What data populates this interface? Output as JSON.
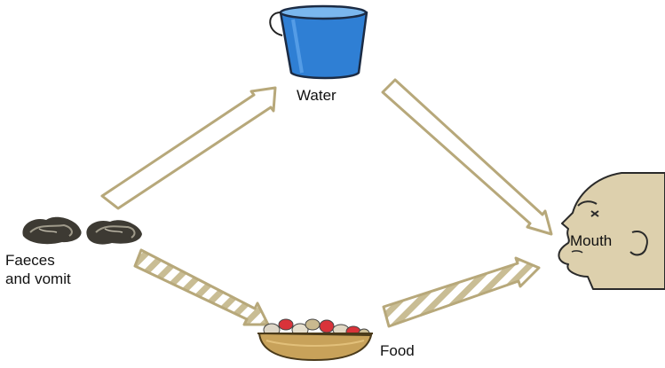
{
  "diagram": {
    "nodes": {
      "water": {
        "label": "Water",
        "icon": "bucket-icon"
      },
      "food": {
        "label": "Food",
        "icon": "food-bowl-icon"
      },
      "mouth": {
        "label": "Mouth",
        "icon": "face-profile-icon"
      },
      "source": {
        "label_line1": "Faeces",
        "label_line2": "and vomit",
        "icon": "faeces-icon"
      }
    },
    "edges": [
      {
        "from": "source",
        "to": "water",
        "style": "hollow"
      },
      {
        "from": "water",
        "to": "mouth",
        "style": "hollow"
      },
      {
        "from": "source",
        "to": "food",
        "style": "striped"
      },
      {
        "from": "food",
        "to": "mouth",
        "style": "striped"
      }
    ],
    "colors": {
      "arrow_outline": "#b7a87a",
      "arrow_stripe": "#c9bd94",
      "bucket": "#2f7fd4",
      "skin": "#ddd0ad",
      "faeces": "#3d3a33",
      "bowl": "#c8a25a",
      "food_red": "#d9333a"
    }
  }
}
